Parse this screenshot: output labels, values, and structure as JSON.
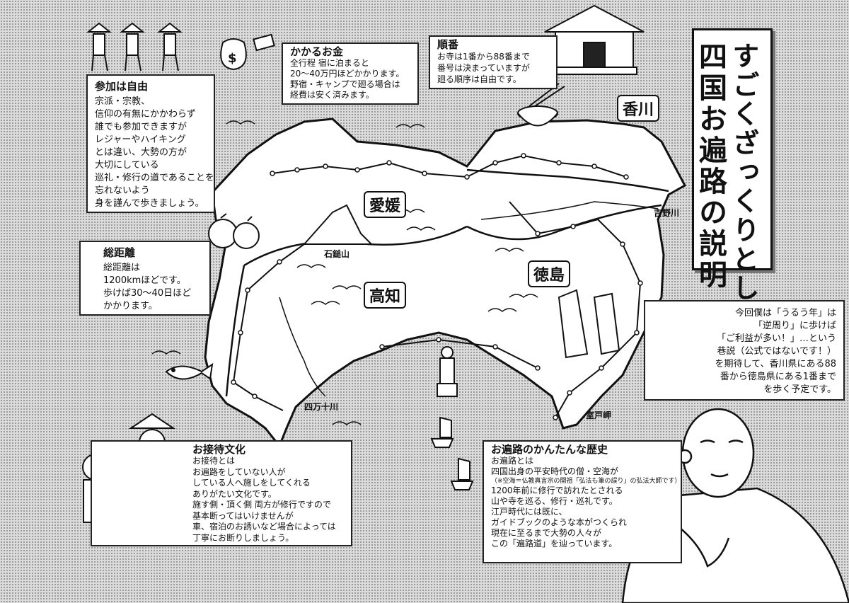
{
  "title": {
    "line1": "すごくざっくりとした",
    "line2": "四国お遍路の説明"
  },
  "boxes": {
    "sanka": {
      "heading": "参加は自由",
      "lines": [
        "宗派・宗教、",
        "信仰の有無にかかわらず",
        "誰でも参加できますが",
        "レジャーやハイキング",
        "とは違い、大勢の方が",
        "大切にしている",
        "巡礼・修行の道であることを",
        "忘れないよう",
        "身を謹んで歩きましょう。"
      ]
    },
    "kane": {
      "heading": "かかるお金",
      "lines": [
        "全行程 宿に泊まると",
        "20～40万円ほどかかります。",
        "野宿・キャンプで廻る場合は",
        "経費は安く済みます。"
      ]
    },
    "junban": {
      "heading": "順番",
      "lines": [
        "お寺は1番から88番まで",
        "番号は決まっていますが",
        "廻る順序は自由です。"
      ]
    },
    "kyori": {
      "heading": "総距離",
      "lines": [
        "総距離は",
        "1200kmほどです。",
        "歩けば30～40日ほど",
        "かかります。"
      ]
    },
    "plan": {
      "lines": [
        "今回僕は「うるう年」は",
        "「逆周り」に歩けば",
        "「ご利益が多い！」…という",
        "巷説（公式ではないです！）",
        "を期待して、香川県にある88",
        "番から徳島県にある1番まで",
        "を歩く予定です。"
      ]
    },
    "settai": {
      "heading": "お接待文化",
      "lines": [
        "お接待とは",
        "お遍路をしていない人が",
        "している人へ施しをしてくれる",
        "ありがたい文化です。",
        "施す側・頂く側 両方が修行ですので",
        "基本断ってはいけませんが",
        "車、宿泊のお誘いなど場合によっては",
        "丁寧にお断りしましょう。"
      ]
    },
    "rekishi": {
      "heading": "お遍路のかんたんな歴史",
      "line_a": "お遍路とは",
      "line_b": "四国出身の平安時代の僧・空海が",
      "note": "（※空海＝仏教真言宗の開祖「弘法も筆の誤り」の弘法大師です）",
      "lines": [
        "1200年前に修行で訪れたとされる",
        "山や寺を巡る、修行・巡礼です。",
        "江戸時代には既に、",
        "ガイドブックのような本がつくられ",
        "現在に至るまで大勢の人々が",
        "この「遍路道」を辿っています。"
      ]
    }
  },
  "map": {
    "prefectures": {
      "ehime": "愛媛",
      "kochi": "高知",
      "tokushima": "徳島",
      "kagawa": "香川"
    },
    "places": {
      "ishizuchi": "石鎚山",
      "shimanto": "四万十川",
      "muroto": "室戸岬",
      "yoshino": "吉野川"
    }
  },
  "icons": {
    "money": "money-bag-icon",
    "temple": "temple-icon",
    "monk": "kukai-monk-icon",
    "pilgrims": "pilgrims-icon"
  }
}
